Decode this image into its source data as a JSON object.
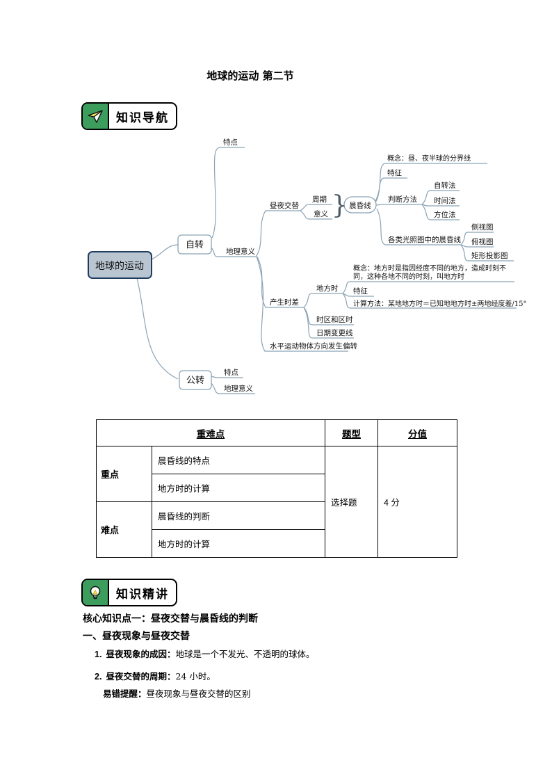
{
  "page": {
    "title": "地球的运动 第二节"
  },
  "badges": {
    "nav_label": "知识导航",
    "lecture_label": "知识精讲",
    "nav_icon": "paper-plane-icon",
    "lecture_icon": "light-bulb-icon"
  },
  "colors": {
    "badge_green": "#3C9D5D",
    "root_node_fill": "#B9C6D2",
    "root_node_border": "#1F3C5F",
    "mindmap_line": "#8BA3B5"
  },
  "mindmap": {
    "root": "地球的运动",
    "brace": "}",
    "rotation": {
      "label": "自转",
      "feature": "特点",
      "significance": "地理意义",
      "day_night": {
        "label": "昼夜交替",
        "period": "周期",
        "meaning": "意义"
      },
      "terminator": {
        "label": "晨昏线",
        "concept": "概念：昼、夜半球的分界线",
        "feature": "特征",
        "judge": {
          "label": "判断方法",
          "methods": [
            "自转法",
            "时间法",
            "方位法"
          ]
        },
        "diagrams": {
          "label": "各类光照图中的晨昏线",
          "types": [
            "侧视图",
            "俯视图",
            "矩形投影图"
          ]
        }
      },
      "time_diff": {
        "label": "产生时差",
        "local_time": {
          "label": "地方时",
          "concept_line1": "概念：地方时是指因经度不同的地方，造成时刻不",
          "concept_line2": "同，这种各地不同的时刻，叫地方时",
          "feature": "特征",
          "calc": "计算方法：某地地方时＝已知地地方时±两地经度差/15°"
        },
        "zone_time": "时区和区时",
        "date_line": "日期变更线"
      },
      "deflection": "水平运动物体方向发生偏转"
    },
    "revolution": {
      "label": "公转",
      "feature": "特点",
      "significance": "地理意义"
    }
  },
  "table": {
    "header_main": "重难点",
    "header_type": "题型",
    "header_score": "分值",
    "row_groups": [
      {
        "label": "重点",
        "items": [
          "晨昏线的特点",
          "地方时的计算"
        ]
      },
      {
        "label": "难点",
        "items": [
          "晨昏线的判断",
          "地方时的计算"
        ]
      }
    ],
    "question_type": "选择题",
    "score": "4 分"
  },
  "content": {
    "section_title": "核心知识点一：昼夜交替与晨昏线的判断",
    "subsection_title": "一、昼夜现象与昼夜交替",
    "items": [
      {
        "num": "1.",
        "label": "昼夜现象的成因：",
        "text": "地球是一个不发光、不透明的球体。"
      },
      {
        "num": "2.",
        "label": "昼夜交替的周期：",
        "text": "24 小时。"
      }
    ],
    "note_label": "易错提醒：",
    "note_text": "昼夜现象与昼夜交替的区别"
  }
}
